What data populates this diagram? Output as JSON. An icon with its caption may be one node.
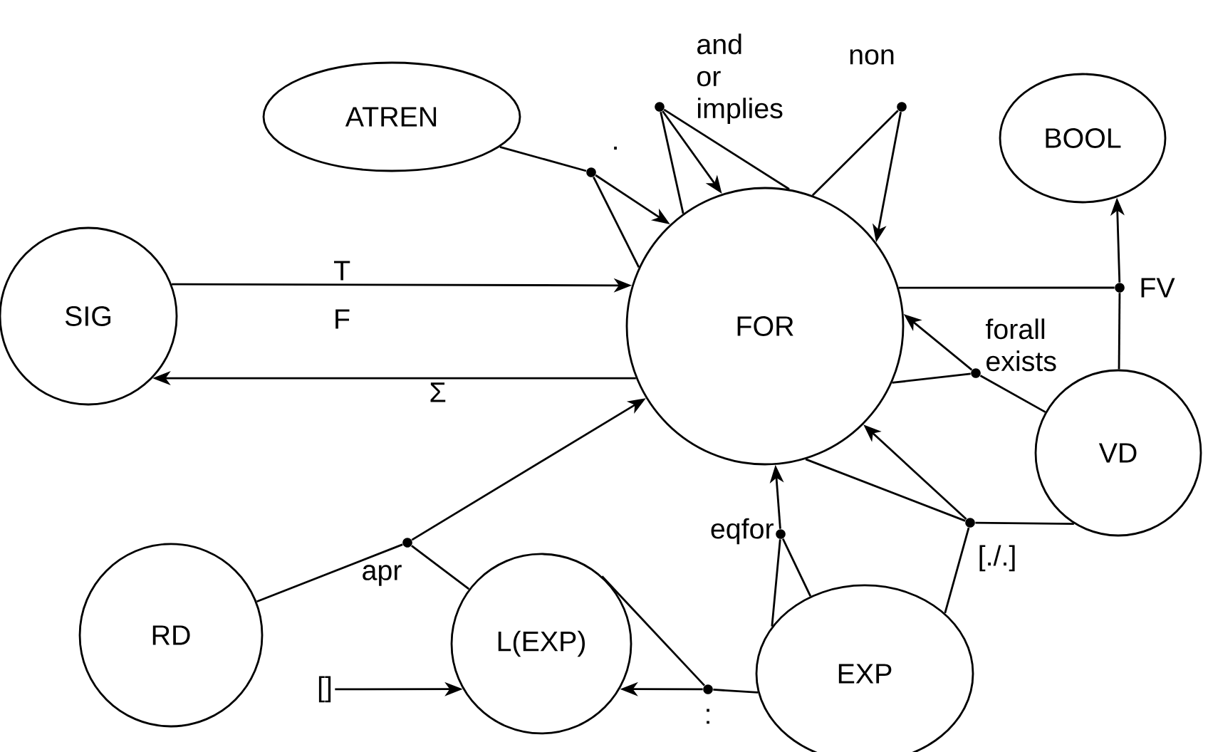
{
  "diagram": {
    "nodes": [
      {
        "text": [
          "ATREN"
        ]
      },
      {
        "text": [
          "SIG"
        ]
      },
      {
        "text": [
          "FOR"
        ]
      },
      {
        "text": [
          "BOOL"
        ]
      },
      {
        "text": [
          "VD"
        ]
      },
      {
        "text": [
          "RD"
        ]
      },
      {
        "text": [
          "L(EXP)"
        ]
      },
      {
        "text": [
          "EXP"
        ]
      },
      {
        "text": [
          "[]"
        ]
      },
      {
        "text": [],
        "shape": "circle",
        "beside": [
          "."
        ]
      },
      {
        "text": [],
        "shape": "circle",
        "beside": [
          "and or implies"
        ]
      },
      {
        "text": [],
        "shape": "circle",
        "beside": [
          "non"
        ]
      },
      {
        "text": [],
        "shape": "circle",
        "beside": [
          "FV"
        ]
      },
      {
        "text": [],
        "shape": "circle",
        "beside": [
          "forall exists"
        ]
      },
      {
        "text": [],
        "shape": "circle",
        "beside": [
          "[./.]"
        ]
      },
      {
        "text": [],
        "shape": "circle",
        "beside": [
          "eqfor"
        ]
      },
      {
        "text": [],
        "shape": "circle",
        "beside": [
          "apr"
        ]
      },
      {
        "text": [],
        "shape": "circle",
        "beside": [
          ":"
        ]
      }
    ],
    "edges": [
      {
        "from": 0,
        "to": 9,
        "arrow": "none"
      },
      {
        "from": 2,
        "to": 9,
        "arrow": "none"
      },
      {
        "from": 9,
        "to": 2,
        "arrow": "to"
      },
      {
        "from": 2,
        "to": 10,
        "arrow": "none"
      },
      {
        "from": 2,
        "to": 10,
        "arrow": "none"
      },
      {
        "from": 10,
        "to": 2,
        "arrow": "to"
      },
      {
        "from": 2,
        "to": 11,
        "arrow": "none"
      },
      {
        "from": 11,
        "to": 2,
        "arrow": "to"
      },
      {
        "from": 1,
        "to": 2,
        "arrow": "to",
        "label": "T"
      },
      {
        "from": 2,
        "to": 1,
        "arrow": "to",
        "label": "Σ"
      },
      {
        "from": 2,
        "to": 12,
        "arrow": "none"
      },
      {
        "from": 4,
        "to": 12,
        "arrow": "none"
      },
      {
        "from": 12,
        "to": 3,
        "arrow": "to"
      },
      {
        "from": 2,
        "to": 13,
        "arrow": "none"
      },
      {
        "from": 4,
        "to": 13,
        "arrow": "none"
      },
      {
        "from": 13,
        "to": 2,
        "arrow": "to"
      },
      {
        "from": 2,
        "to": 14,
        "arrow": "none"
      },
      {
        "from": 14,
        "to": 2,
        "arrow": "to"
      },
      {
        "from": 7,
        "to": 14,
        "arrow": "none"
      },
      {
        "from": 4,
        "to": 14,
        "arrow": "none"
      },
      {
        "from": 7,
        "to": 15,
        "arrow": "none"
      },
      {
        "from": 7,
        "to": 15,
        "arrow": "none"
      },
      {
        "from": 15,
        "to": 2,
        "arrow": "to"
      },
      {
        "from": 5,
        "to": 16,
        "arrow": "none"
      },
      {
        "from": 6,
        "to": 16,
        "arrow": "none"
      },
      {
        "from": 16,
        "to": 2,
        "arrow": "to"
      },
      {
        "from": 7,
        "to": 17,
        "arrow": "none"
      },
      {
        "from": 6,
        "to": 17,
        "arrow": "none"
      },
      {
        "from": 17,
        "to": 6,
        "arrow": "to"
      },
      {
        "from": 8,
        "to": 6,
        "arrow": "to"
      }
    ],
    "labels": [
      "F"
    ]
  }
}
